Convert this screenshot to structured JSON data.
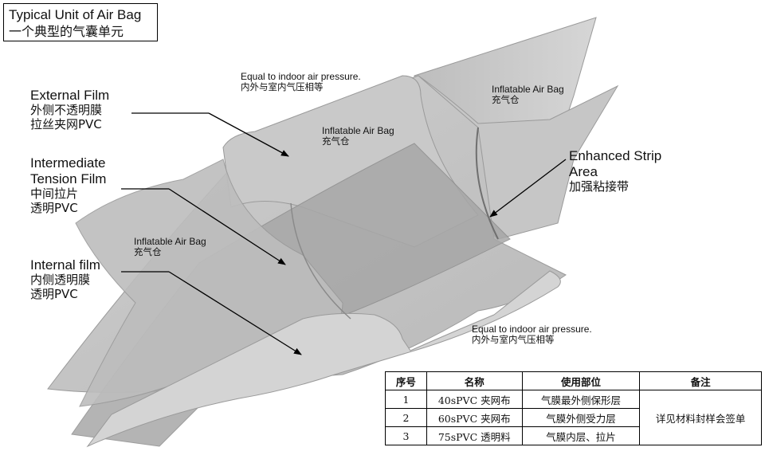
{
  "title": {
    "en": "Typical Unit of Air Bag",
    "zh": "一个典型的气囊单元"
  },
  "labels": {
    "external": {
      "en": "External Film",
      "zh1": "外侧不透明膜",
      "zh2": "拉丝夹网PVC"
    },
    "intermediate": {
      "en1": "Intermediate",
      "en2": "Tension Film",
      "zh1": "中间拉片",
      "zh2": "透明PVC"
    },
    "internal": {
      "en": "Internal film",
      "zh1": "内侧透明膜",
      "zh2": "透明PVC"
    },
    "enhanced": {
      "en1": "Enhanced Strip",
      "en2": "Area",
      "zh": "加强粘接带"
    },
    "equal_top": {
      "en": "Equal to indoor air pressure.",
      "zh": "内外与室内气压相等"
    },
    "equal_bottom": {
      "en": "Equal to indoor air pressure.",
      "zh": "内外与室内气压相等"
    },
    "bag_left": {
      "en": "Inflatable Air Bag",
      "zh": "充气仓"
    },
    "bag_center": {
      "en": "Inflatable Air Bag",
      "zh": "充气仓"
    },
    "bag_right": {
      "en": "Inflatable Air Bag",
      "zh": "充气仓"
    }
  },
  "table": {
    "headers": [
      "序号",
      "名称",
      "使用部位",
      "备注"
    ],
    "rows": [
      [
        "1",
        "40sPVC 夹网布",
        "气膜最外侧保形层"
      ],
      [
        "2",
        "60sPVC 夹网布",
        "气膜外侧受力层"
      ],
      [
        "3",
        "75sPVC 透明料",
        "气膜内层、拉片"
      ]
    ],
    "note": "详见材料封样会签单"
  }
}
